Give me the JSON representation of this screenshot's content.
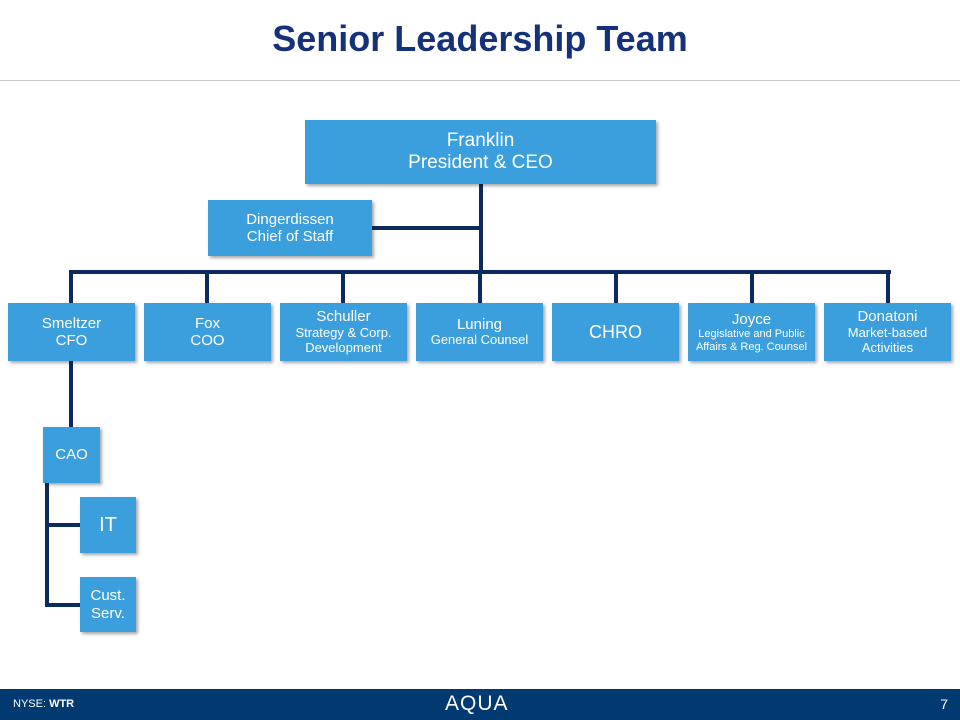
{
  "title": "Senior Leadership Team",
  "ceo": {
    "name": "Franklin",
    "role": "President & CEO"
  },
  "staff": {
    "name": "Dingerdissen",
    "role": "Chief of Staff"
  },
  "reports": [
    {
      "name": "Smeltzer",
      "role": "CFO"
    },
    {
      "name": "Fox",
      "role": "COO"
    },
    {
      "name": "Schuller",
      "role": "Strategy & Corp.",
      "role2": "Development"
    },
    {
      "name": "Luning",
      "role": "General Counsel"
    },
    {
      "name": "CHRO"
    },
    {
      "name": "Joyce",
      "role": "Legislative  and Public",
      "role2": "Affairs & Reg. Counsel"
    },
    {
      "name": "Donatoni",
      "role": "Market-based",
      "role2": "Activities"
    }
  ],
  "cfo_reports": {
    "cao": "CAO",
    "it": "IT",
    "cust1": "Cust.",
    "cust2": "Serv."
  },
  "footer": {
    "ticker_label": "NYSE:",
    "ticker": "WTR",
    "logo": "AQUA",
    "page": "7"
  },
  "colors": {
    "box": "#3a9fdc",
    "line": "#0d2a5e",
    "title": "#14317a",
    "footer": "#003a70"
  }
}
